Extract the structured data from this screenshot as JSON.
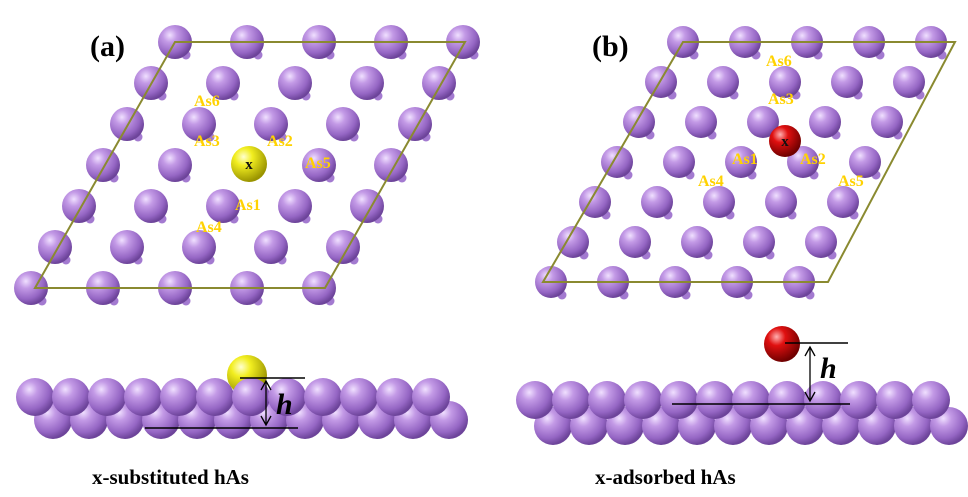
{
  "panels": {
    "a": {
      "label": "(a)",
      "caption": "x-substituted hAs"
    },
    "b": {
      "label": "(b)",
      "caption": "x-adsorbed hAs"
    }
  },
  "atom_labels": {
    "a": [
      "As6",
      "As3",
      "As2",
      "As5",
      "As1",
      "As4"
    ],
    "b": [
      "As6",
      "As3",
      "As1",
      "As2",
      "As4",
      "As5"
    ]
  },
  "dopant_label": "x",
  "height_label": "h",
  "colors": {
    "as_atom": "#b07cd8",
    "substituted_dopant": "#e8e000",
    "adsorbed_dopant": "#d00000",
    "cell_outline": "#8a8a30",
    "atom_label": "#ffd200"
  }
}
